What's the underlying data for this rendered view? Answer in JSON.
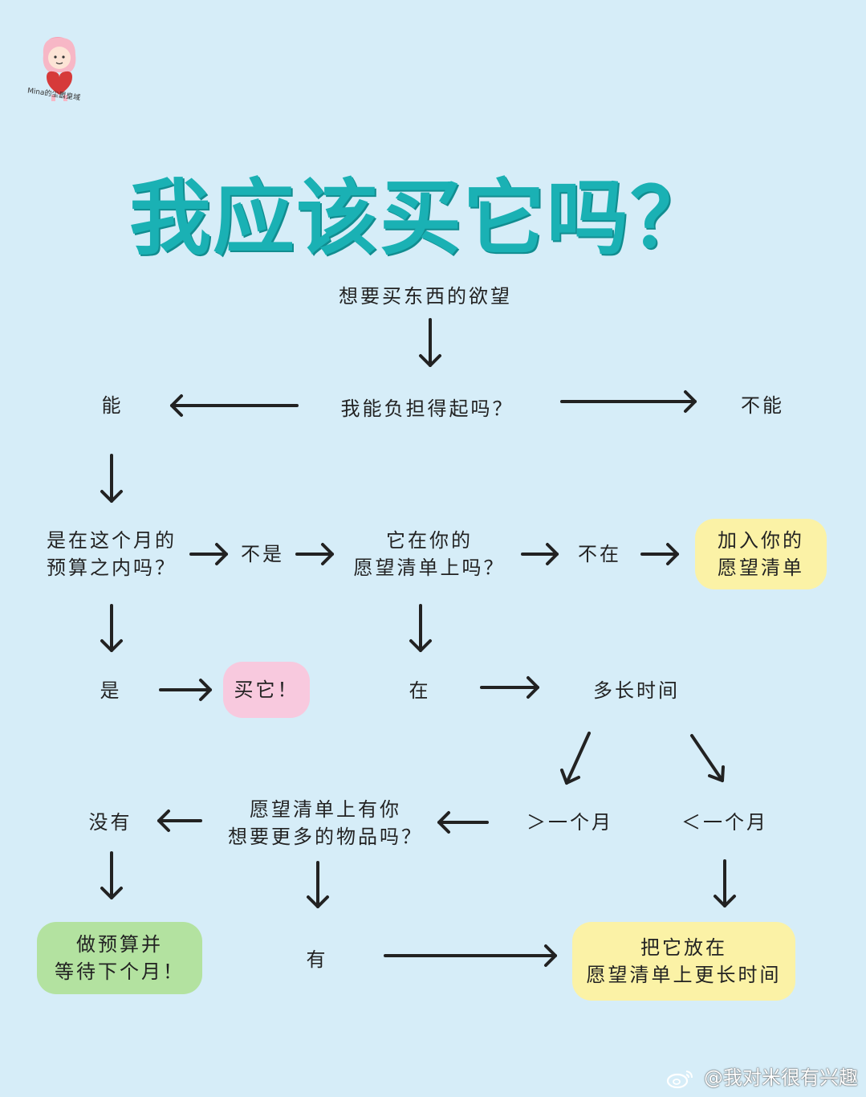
{
  "logo": {
    "caption": "Mina的尘嚣皇域",
    "icon": "girl-holding-heart"
  },
  "title": "我应该买它吗？",
  "nodes": {
    "start": "想要买东西的欲望",
    "afford": "我能负担得起吗？",
    "can": "能",
    "cannot": "不能",
    "budget_line1": "是在这个月的",
    "budget_line2": "预算之内吗？",
    "not_is": "不是",
    "wishlist_q_line1": "它在你的",
    "wishlist_q_line2": "愿望清单上吗？",
    "not_in": "不在",
    "add_wishlist_line1": "加入你的",
    "add_wishlist_line2": "愿望清单",
    "yes": "是",
    "buy_it": "买它！",
    "in": "在",
    "how_long": "多长时间",
    "more_month": "＞一个月",
    "less_month": "＜一个月",
    "more_items_line1": "愿望清单上有你",
    "more_items_line2": "想要更多的物品吗？",
    "none": "没有",
    "have": "有",
    "budget_wait_line1": "做预算并",
    "budget_wait_line2": "等待下个月！",
    "keep_longer_line1": "把它放在",
    "keep_longer_line2": "愿望清单上更长时间"
  },
  "colors": {
    "background": "#d6edf8",
    "title": "#1ab1b4",
    "yellow_box": "#fbf2a6",
    "pink_box": "#f8c9de",
    "green_box": "#b3e2a0"
  },
  "watermark": {
    "text": "@我对米很有兴趣",
    "icon": "weibo-icon"
  }
}
